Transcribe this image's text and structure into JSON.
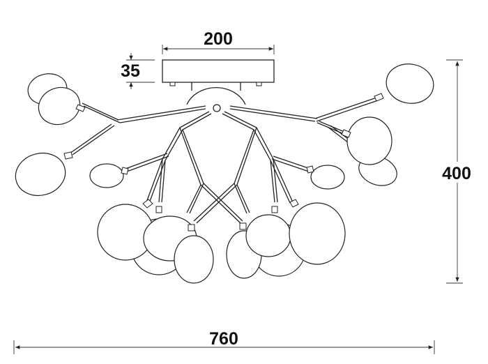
{
  "dimensions": {
    "width_label": "200",
    "height_label": "35",
    "total_height_label": "400",
    "total_width_label": "760"
  }
}
